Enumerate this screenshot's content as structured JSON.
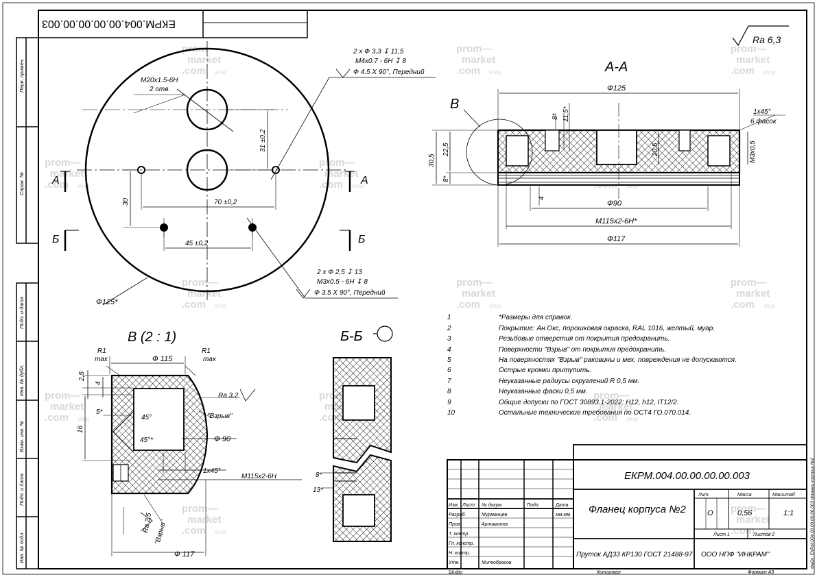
{
  "stamp_top": "ЕКРМ.004.00.00.00.00.003",
  "roughness": "Ra 6,3",
  "watermark": {
    "l1": "prom—",
    "l2": "market",
    "l3": ".com",
    "shop": "shop"
  },
  "side": {
    "perv": "Перв. примен.",
    "sprav": "Справ. №",
    "podp1": "Подп. и дата",
    "inv_dubl": "Инв. № дубл.",
    "vzam": "Взам. инв. №",
    "podp2": "Подп. и дата",
    "inv_podl": "Инв. № подл."
  },
  "right_margin": "Файл: ЕКРМ.004.00.00.00.00.003 Фланец корпуса №2",
  "front": {
    "thread1": "М20х1.5-6Н",
    "thread1_count": "2 отв.",
    "call1_a": "2 х Ф 3,3 ↧ 11,5",
    "call1_b": "М4х0.7 - 6Н ↧ 8",
    "call1_c": "Ф 4.5 Х 90°, Передний",
    "call2_a": "2 х Ф 2,5 ↧ 13",
    "call2_b": "М3х0.5 - 6Н ↧ 8",
    "call2_c": "Ф 3.5 Х 90°, Передний",
    "dim31": "31 ±0,2",
    "dim70": "70 ±0,2",
    "dim30": "30",
    "dim45": "45 ±0,2",
    "dia125": "Ф125*",
    "labA": "А",
    "labB": "Б"
  },
  "section_aa": {
    "title": "А-А",
    "d125": "Ф125",
    "d90": "Ф90",
    "d117": "Ф117",
    "m115": "М115х2-6Н*",
    "m3": "М3х0,5",
    "d8": "8*",
    "d115": "11,5*",
    "d205": "20,5",
    "d305": "30,5",
    "d225": "22,5",
    "d8b": "8*",
    "d4": "4",
    "ch1": "1х45°",
    "ch2": "6 фасок",
    "lab": "В"
  },
  "detail_b": {
    "title": "В (2 : 1)",
    "r1a": "R1",
    "maxa": "max",
    "r1b": "R1",
    "maxb": "max",
    "d115": "Ф 115",
    "d25": "2,5",
    "d4": "4",
    "d5": "5*",
    "d16": "16",
    "a45a": "45°",
    "a45b": "45°*",
    "ra32": "Ra 3,2",
    "vzryv1": "\"Взрыв\"",
    "d90": "Ф 90",
    "ch": "1х45°",
    "m115": "М115х2-6Н",
    "ra25": "Ra 2,5",
    "vzryv2": "\"Взрыв\"",
    "d117": "Ф 117"
  },
  "section_bb": {
    "title": "Б-Б",
    "d8": "8*",
    "d13": "13*"
  },
  "notes": [
    {
      "n": "1",
      "t": "*Размеры для справок."
    },
    {
      "n": "2",
      "t": "Покрытие: Ан.Окс, порошковая окраска, RAL 1016, желтый, муар."
    },
    {
      "n": "3",
      "t": "Резьбовые отверстия от покрытия предохранить."
    },
    {
      "n": "4",
      "t": "Поверхности \"Взрыв\" от покрытия предохранить."
    },
    {
      "n": "5",
      "t": "На поверхностях \"Взрыв\" раковины и мех. повреждения не допускаются."
    },
    {
      "n": "6",
      "t": "Острые кромки притупить."
    },
    {
      "n": "7",
      "t": "Неуказанные радиусы скруглений R 0,5 мм."
    },
    {
      "n": "8",
      "t": "Неуказанные фаски 0,5 мм."
    },
    {
      "n": "9",
      "t": "Общие допуски по ГОСТ 30893.1-2022: Н12, h12, IT12/2."
    },
    {
      "n": "10",
      "t": "Остальные технические требования по ОСТ4 ГО.070.014."
    }
  ],
  "title_block": {
    "code": "ЕКРМ.004.00.00.00.00.003",
    "name": "Фланец корпуса №2",
    "material": "Пруток АД33 КР130 ГОСТ 21488-97",
    "org": "ООО НПФ \"ИНКРАМ\"",
    "h_lit": "Лит.",
    "h_mass": "Масса",
    "h_scale": "Масштаб",
    "lit": "О",
    "mass": "0,56",
    "scale": "1:1",
    "sheet": "Лист 1",
    "sheets": "Листов 2",
    "h_izm": "Изм.",
    "h_list": "Лист",
    "h_doc": "№ докум.",
    "h_podp": "Подп.",
    "h_data": "Дата",
    "r_razrab": "Разраб.",
    "n_razrab": "Мурманцев",
    "d_razrab": "мм.мм",
    "r_prov": "Пров.",
    "n_prov": "Артамонов",
    "r_tkontr": "Т. контр.",
    "r_glkontr": "Гл. констр.",
    "r_nkontr": "Н. контр.",
    "r_utv": "Утв.",
    "n_utv": "Митюбрасов",
    "f_shifr": "Шифр",
    "f_kop": "Копировал",
    "f_format": "Формат А3"
  }
}
